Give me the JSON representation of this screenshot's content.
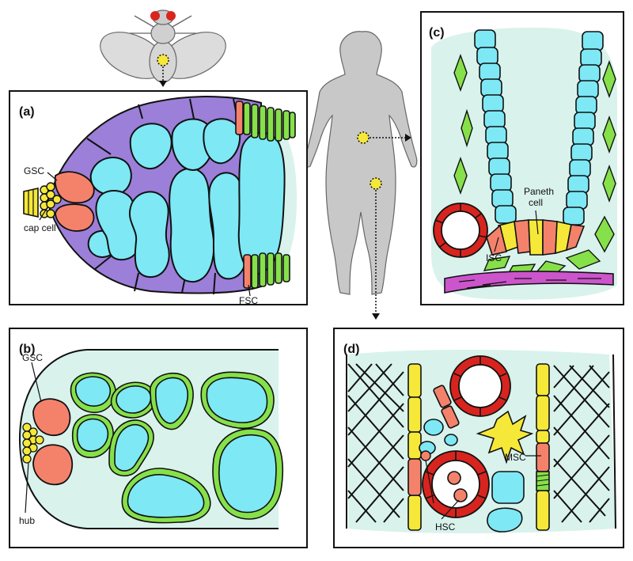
{
  "panels": {
    "a": {
      "tag": "(a)",
      "labels": {
        "gsc": "GSC",
        "cap_cell": "cap cell",
        "fsc": "FSC"
      }
    },
    "b": {
      "tag": "(b)",
      "labels": {
        "gsc": "GSC",
        "hub": "hub"
      }
    },
    "c": {
      "tag": "(c)",
      "labels": {
        "paneth_line1": "Paneth",
        "paneth_line2": "cell",
        "isc": "ISC"
      }
    },
    "d": {
      "tag": "(d)",
      "labels": {
        "msc": "MSC",
        "hsc": "HSC"
      }
    }
  },
  "colors": {
    "germ_cell": "#7ee8f5",
    "stem_cell": "#f4826b",
    "niche_cell": "#f5e838",
    "somatic_cell": "#86e04a",
    "sheath": "#9b7fd8",
    "background_fill": "#d9f2ec",
    "vessel": "#d8241e",
    "muscle": "#cc55cc",
    "outline": "#111111"
  },
  "icons": [
    "fly-icon",
    "human-silhouette-icon"
  ]
}
